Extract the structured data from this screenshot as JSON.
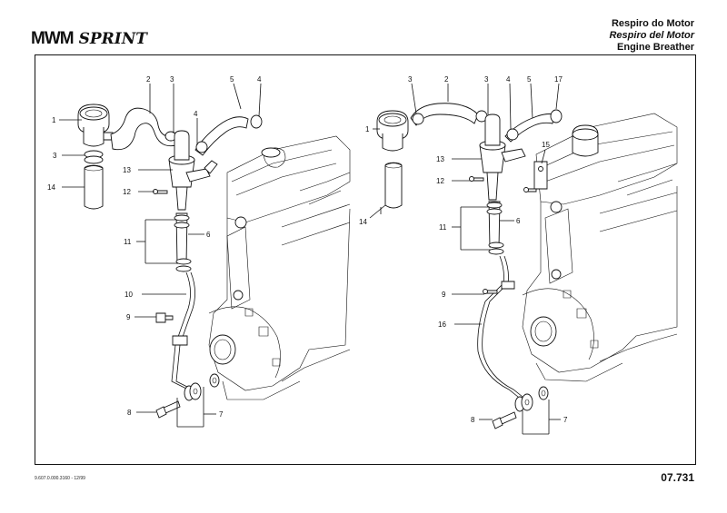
{
  "header": {
    "brand": "MWM",
    "model": "SPRINT",
    "title_pt": "Respiro do Motor",
    "title_es": "Respiro del Motor",
    "title_en": "Engine Breather"
  },
  "footer": {
    "doc_ref": "9.607.0.000.3160 - 12/99",
    "page_number": "07.731"
  },
  "left_callouts": {
    "c1": "1",
    "c2": "2",
    "c3a": "3",
    "c3b": "3",
    "c4": "4",
    "c5": "5",
    "c6": "6",
    "c7": "7",
    "c8": "8",
    "c9": "9",
    "c10": "10",
    "c11": "11",
    "c12": "12",
    "c13": "13",
    "c14": "14"
  },
  "right_callouts": {
    "c1": "1",
    "c2": "2",
    "c3a": "3",
    "c3b": "3",
    "c4": "4",
    "c5": "5",
    "c6": "6",
    "c7": "7",
    "c8": "8",
    "c9": "9",
    "c11": "11",
    "c12": "12",
    "c13": "13",
    "c14": "14",
    "c15": "15",
    "c16": "16",
    "c17": "17"
  }
}
